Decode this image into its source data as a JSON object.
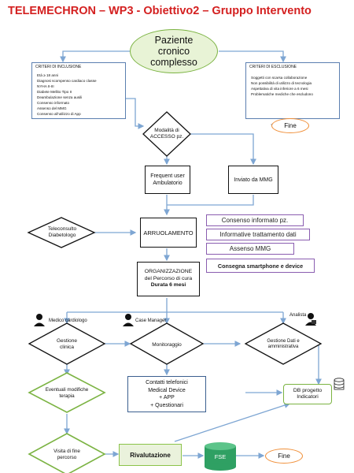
{
  "title": "TELEMECHRON – WP3 - Obiettivo2 – Gruppo Intervento",
  "start": "Paziente cronico complesso",
  "inclusion": {
    "heading": "CRITERI DI INCLUSIONE",
    "items": [
      "Età ≥ 18 anni",
      "Diagnosi scompenso cardiaco classe",
      "NYHA II-III",
      "Diabete Mellito Tipo II",
      "Deambulazione senza ausili",
      "Consenso informato",
      "Assenso del MMG",
      "Consenso all’utilizzo di App"
    ]
  },
  "exclusion": {
    "heading": "CRITERI DI ESCLUSIONE",
    "items": [
      "Soggetti con scarsa collaborazione",
      "Non possibilità di utilizzo di tecnologia",
      "Aspettativa di vita inferiore a 6 mesi",
      "Problematiche mediche che escludono"
    ]
  },
  "end_label": "Fine",
  "access": "Modalità di ACCESSO pz.",
  "frequent_user": "Frequent user Ambulatorio",
  "sent_by_mmg": "Inviato da MMG",
  "teleconsult": "Teleconsulto Diabetologo",
  "enrollment": "ARRUOLAMENTO",
  "side_notes": [
    "Consenso informato pz.",
    "Informative trattamento dati",
    "Assenso MMG",
    "Consegna smartphone e device"
  ],
  "organization": {
    "line1": "ORGANIZZAZIONE",
    "line2": "del Percorso di cura",
    "line3": "Durata 6 mesi"
  },
  "roles": {
    "cardiologist": "Medico cardiologo",
    "case_manager": "Case Manager",
    "analyst": "Analista"
  },
  "clinical_management": "Gestione clinica",
  "monitoring": "Monitoraggio",
  "data_management": "Gestione Dati e amministrativa",
  "contacts": [
    "Contatti telefonici",
    "Medical Device",
    "+ APP",
    "+ Questionari"
  ],
  "therapy_changes": "Eventuali modifiche terapia",
  "db_project": "DB progetto Indicatori",
  "end_visit": "Visita di fine percorso",
  "reevaluation": "Rivalutazione",
  "fse": "FSE"
}
